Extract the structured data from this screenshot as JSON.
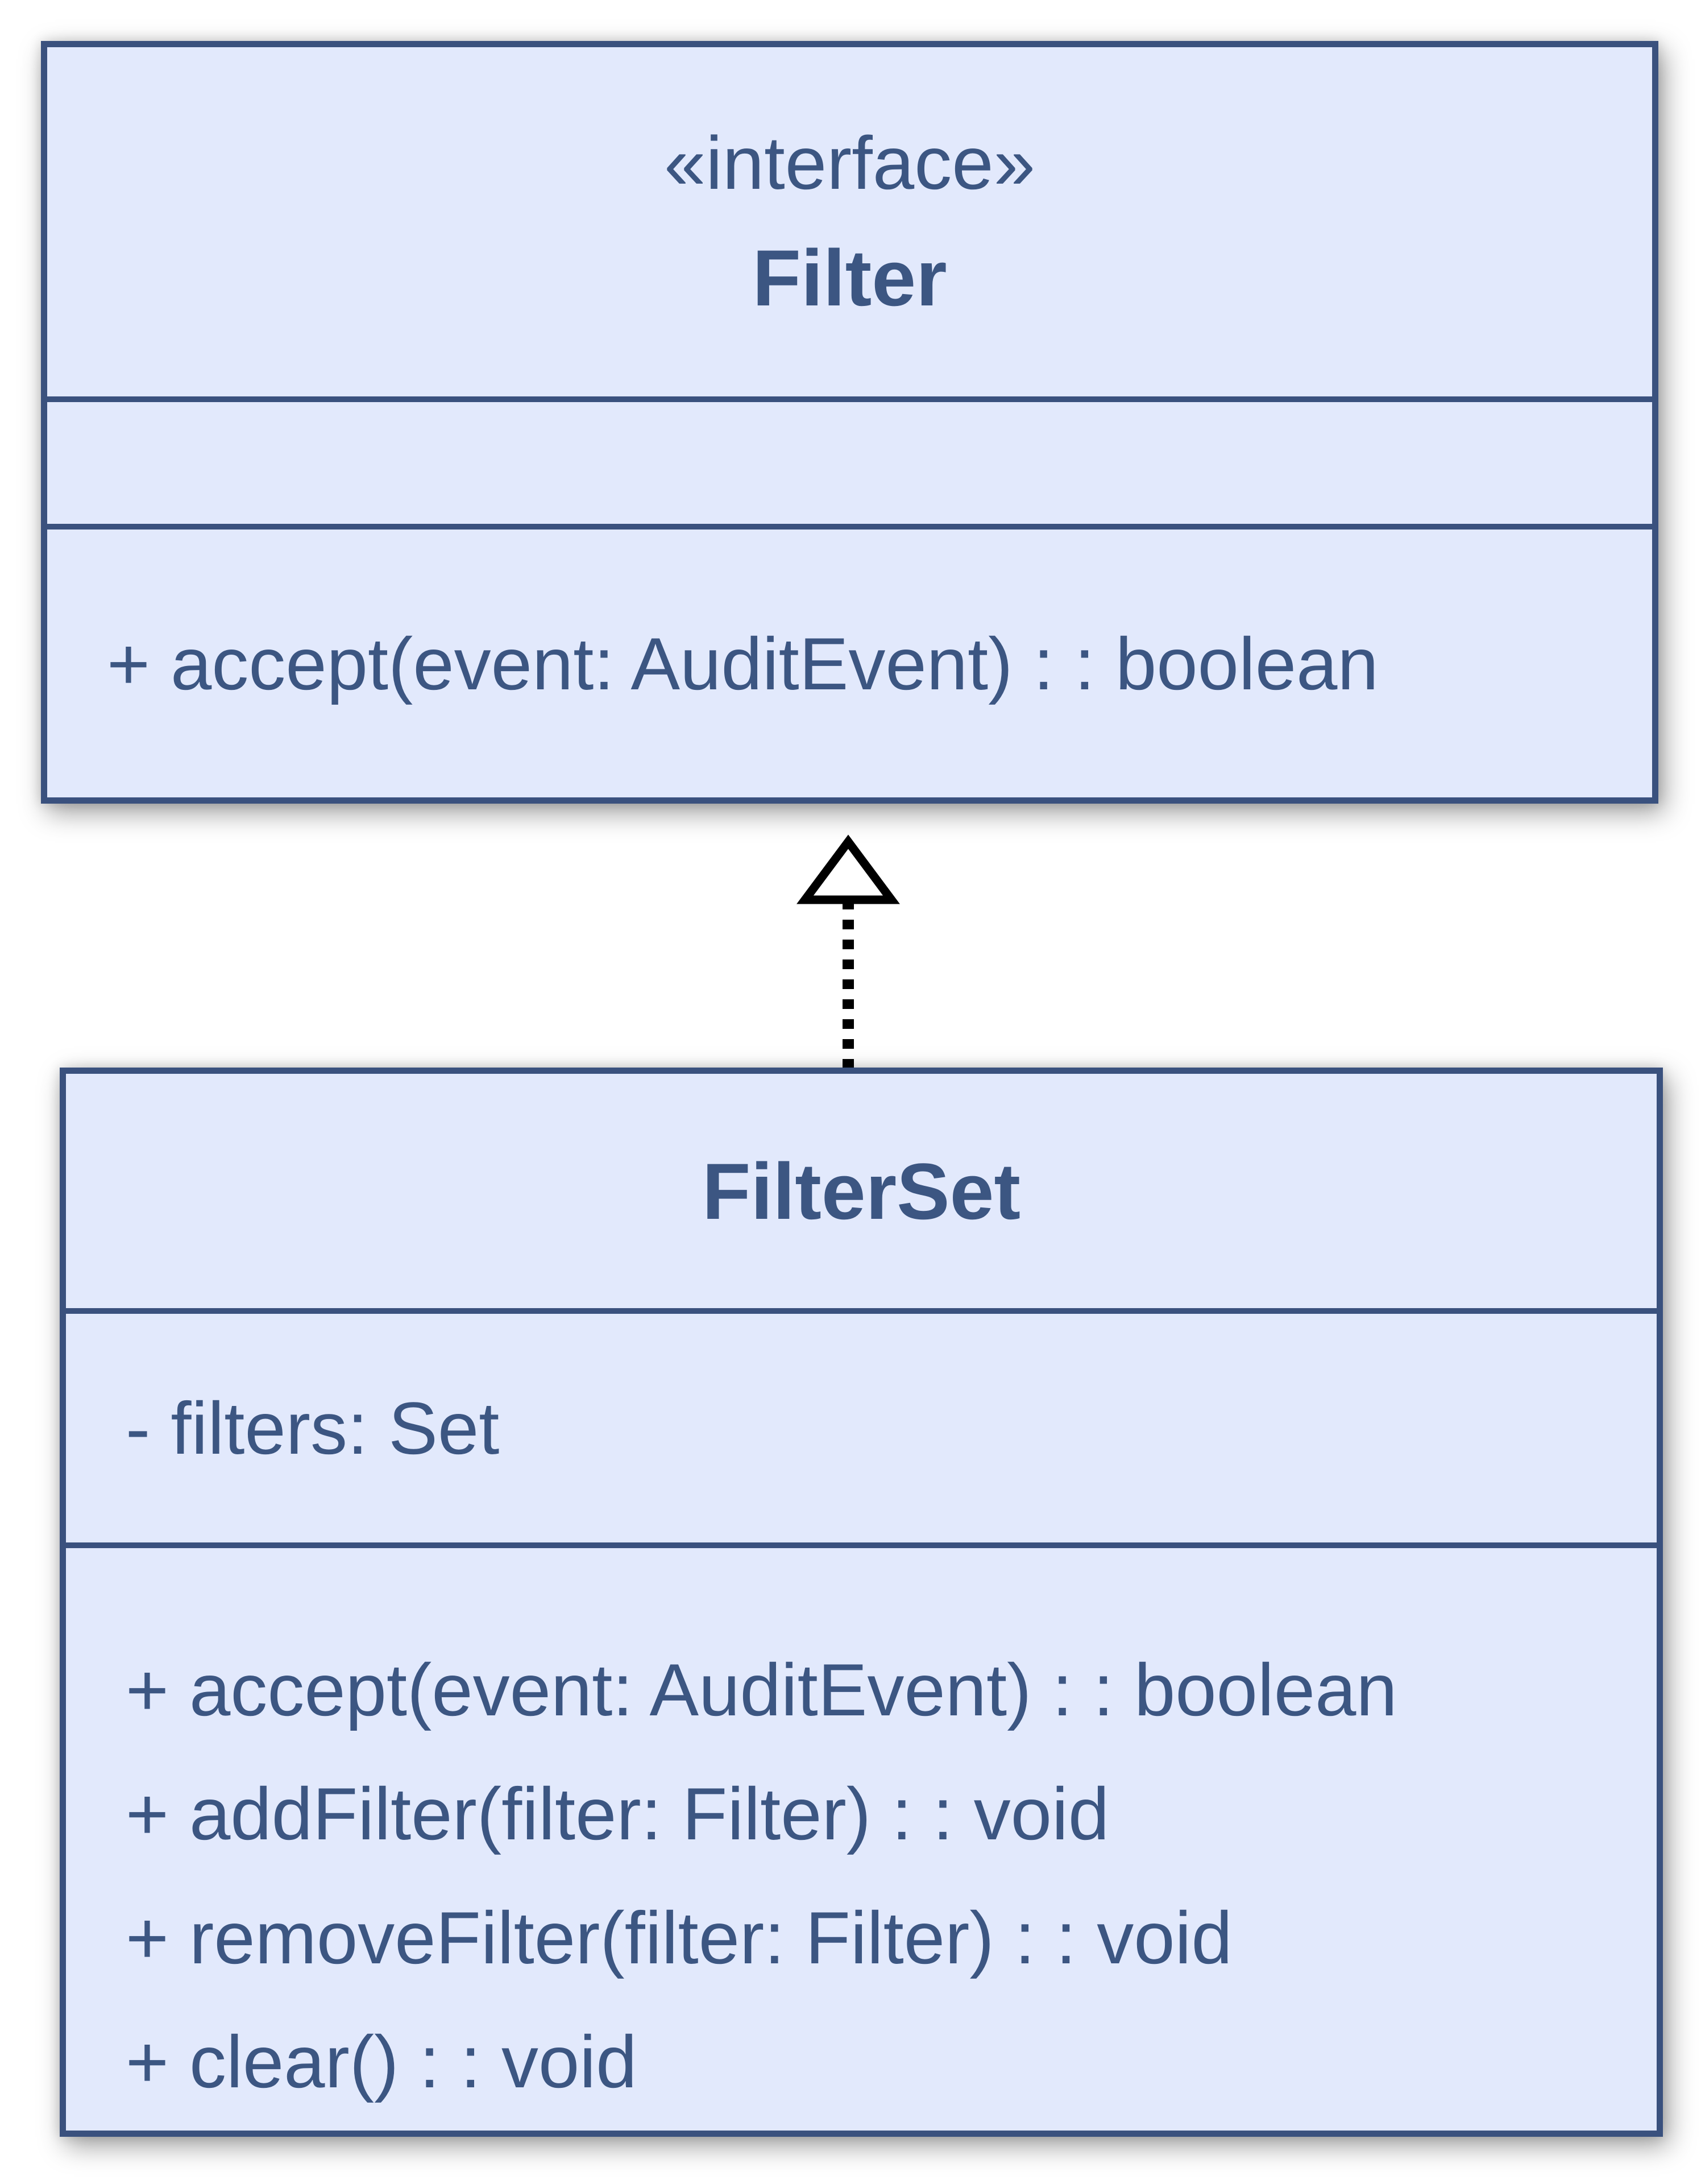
{
  "diagram": {
    "type": "uml-class-diagram",
    "colors": {
      "box_fill": "#e2e9fc",
      "box_border": "#3a517e",
      "text": "#3c5682",
      "arrow": "#000000",
      "background": "#ffffff"
    },
    "interface_class": {
      "stereotype": "«interface»",
      "name": "Filter",
      "attributes": [],
      "methods": [
        "+ accept(event: AuditEvent) : : boolean"
      ]
    },
    "implementing_class": {
      "name": "FilterSet",
      "attributes": [
        "- filters: Set"
      ],
      "methods": [
        "+ accept(event: AuditEvent) : : boolean",
        "+ addFilter(filter: Filter) : : void",
        "+ removeFilter(filter: Filter) : : void",
        "+ clear() : : void"
      ]
    },
    "relationship": {
      "kind": "realization",
      "from": "FilterSet",
      "to": "Filter",
      "line_style": "dashed",
      "arrowhead": "hollow-triangle"
    }
  }
}
